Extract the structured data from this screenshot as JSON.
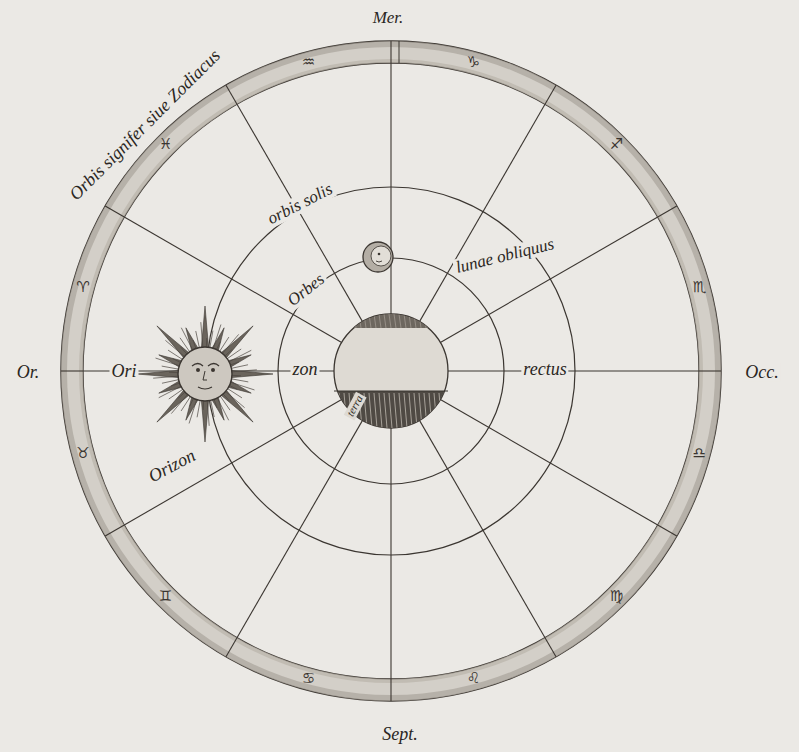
{
  "diagram": {
    "labels": [
      "Mer.",
      "Or.",
      "Occ.",
      "Sept.",
      "Orbis signifer siue Zodiacus",
      "orbis solis",
      "Orbes",
      "lunae obliquus",
      "Ori",
      "zon",
      "rectus",
      "Orizon",
      "terra",
      "♏",
      "♐",
      "♑",
      "♒",
      "♓",
      "♈",
      "♉",
      "♊",
      "♋",
      "♌",
      "♍",
      "♎"
    ]
  }
}
